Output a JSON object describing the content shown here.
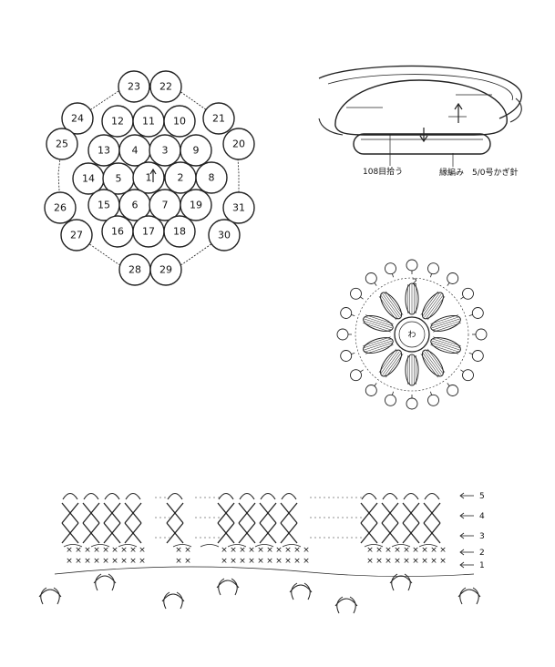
{
  "motif_layout": {
    "motifs": [
      {
        "n": "23"
      },
      {
        "n": "22"
      },
      {
        "n": "24"
      },
      {
        "n": "12"
      },
      {
        "n": "11"
      },
      {
        "n": "10"
      },
      {
        "n": "21"
      },
      {
        "n": "25"
      },
      {
        "n": "13"
      },
      {
        "n": "4"
      },
      {
        "n": "3"
      },
      {
        "n": "9"
      },
      {
        "n": "20"
      },
      {
        "n": "14"
      },
      {
        "n": "5"
      },
      {
        "n": "1"
      },
      {
        "n": "2"
      },
      {
        "n": "8"
      },
      {
        "n": "26"
      },
      {
        "n": "15"
      },
      {
        "n": "6"
      },
      {
        "n": "7"
      },
      {
        "n": "19"
      },
      {
        "n": "31"
      },
      {
        "n": "27"
      },
      {
        "n": "16"
      },
      {
        "n": "17"
      },
      {
        "n": "18"
      },
      {
        "n": "30"
      },
      {
        "n": "28"
      },
      {
        "n": "29"
      }
    ]
  },
  "beret_side_view": {
    "labels": {
      "pick_up": "108目拾う",
      "rib": "縁編み",
      "hook": "5/0号かぎ針"
    }
  },
  "flower_motif": {
    "center_label": "わ",
    "round_label": "2"
  },
  "edging_chart": {
    "row_labels": [
      "5",
      "4",
      "3",
      "2",
      "1"
    ]
  }
}
